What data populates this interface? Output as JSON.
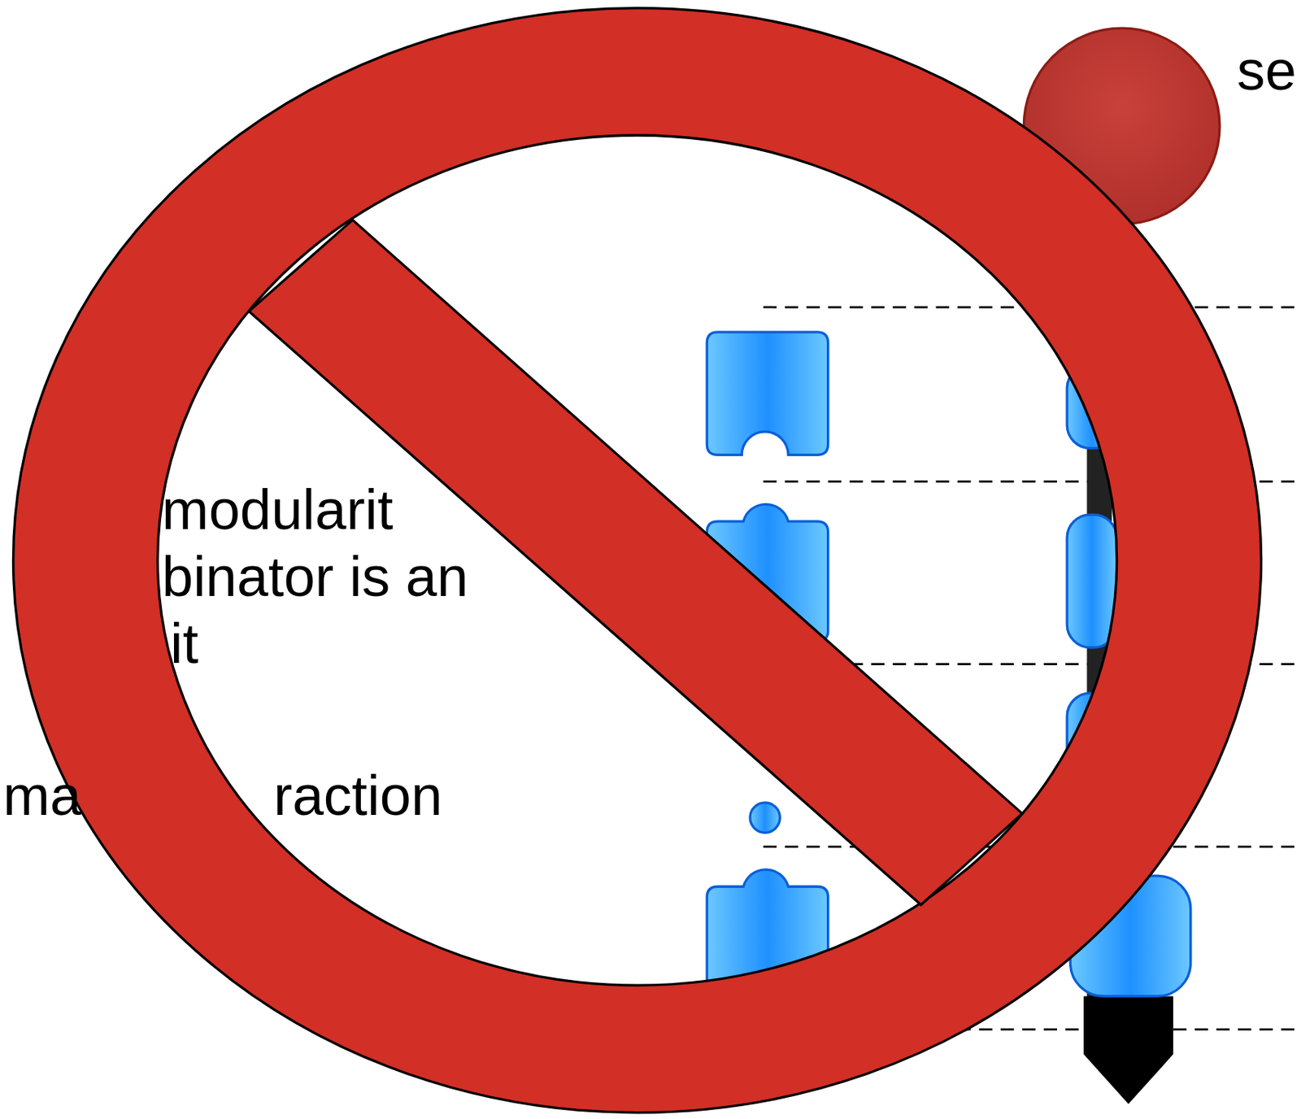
{
  "diagram": {
    "labels": [
      "se",
      "modularit",
      "binator is an",
      "it",
      "ma",
      "raction"
    ]
  }
}
